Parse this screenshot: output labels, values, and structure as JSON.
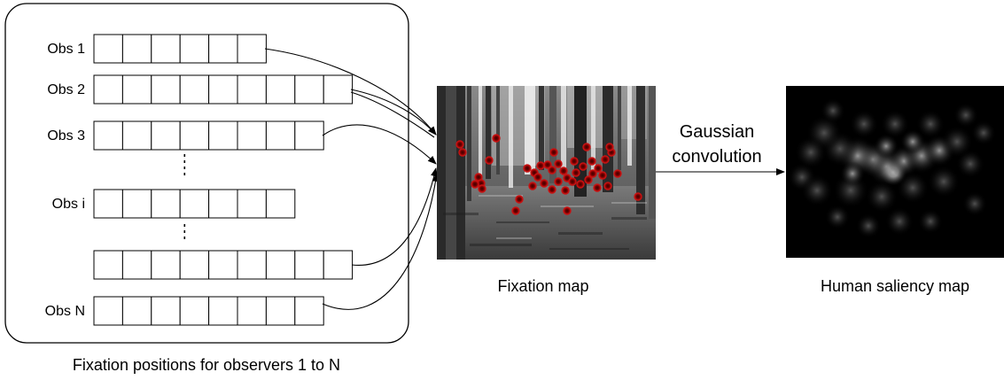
{
  "observers": [
    {
      "label": "Obs 1",
      "cells": 6
    },
    {
      "label": "Obs 2",
      "cells": 9
    },
    {
      "label": "Obs 3",
      "cells": 8
    },
    {
      "label": "Obs i",
      "cells": 7
    },
    {
      "label": "",
      "cells": 9
    },
    {
      "label": "Obs N",
      "cells": 8
    }
  ],
  "panel": {
    "caption": "Fixation positions for observers 1 to N"
  },
  "fixation_map": {
    "caption": "Fixation map",
    "fixation_count": 44
  },
  "gaussian": {
    "line1": "Gaussian",
    "line2": "convolution"
  },
  "saliency_map": {
    "caption": "Human saliency map"
  },
  "colors": {
    "fixation_dot": "#cc1111",
    "stroke": "#000000",
    "saliency_bg": "#000000"
  }
}
